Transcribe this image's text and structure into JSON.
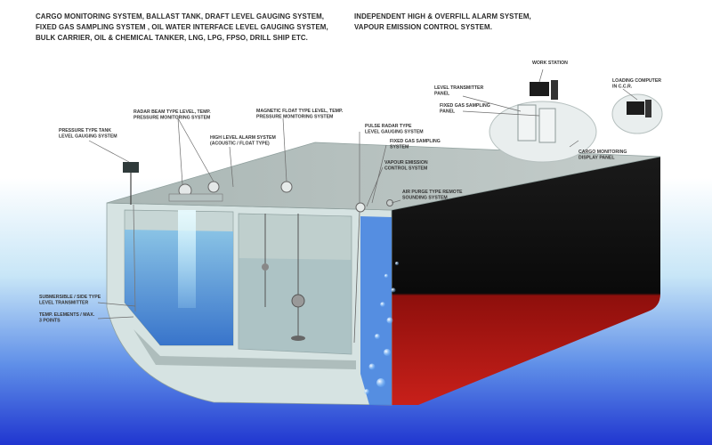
{
  "headlines": {
    "left": [
      "CARGO MONITORING SYSTEM, BALLAST TANK, DRAFT LEVEL GAUGING SYSTEM,",
      "FIXED GAS SAMPLING SYSTEM , OIL WATER INTERFACE LEVEL GAUGING SYSTEM,",
      "BULK CARRIER, OIL & CHEMICAL TANKER, LNG, LPG, FPSO, DRILL SHIP ETC."
    ],
    "right": [
      "INDEPENDENT HIGH & OVERFILL ALARM SYSTEM,",
      "VAPOUR EMISSION CONTROL SYSTEM."
    ]
  },
  "callouts": {
    "pressure": [
      "PRESSURE TYPE TANK",
      "LEVEL GAUGING SYSTEM"
    ],
    "radar_beam": [
      "RADAR BEAM TYPE LEVEL, TEMP.",
      "PRESSURE MONITORING SYSTEM"
    ],
    "magnetic": [
      "MAGNETIC FLOAT TYPE LEVEL, TEMP.",
      "PRESSURE MONITORING SYSTEM"
    ],
    "high_alarm": [
      "HIGH LEVEL ALARM SYSTEM",
      "(ACOUSTIC / FLOAT TYPE)"
    ],
    "pulse_radar": [
      "PULSE RADAR TYPE",
      "LEVEL GAUGING SYSTEM"
    ],
    "fixed_gas": [
      "FIXED GAS SAMPLING",
      "SYSTEM"
    ],
    "vapour": [
      "VAPOUR EMISSION",
      "CONTROL SYSTEM"
    ],
    "air_purge": [
      "AIR PURGE TYPE REMOTE",
      "SOUNDING SYSTEM"
    ],
    "work_station": [
      "WORK STATION"
    ],
    "level_tx_panel": [
      "LEVEL TRANSMITTER",
      "PANEL"
    ],
    "fixed_gas_panel": [
      "FIXED GAS SAMPLING",
      "PANEL"
    ],
    "loading_computer": [
      "LOADING COMPUTER",
      "IN C.C.R."
    ],
    "cargo_display": [
      "CARGO MONITORING",
      "DISPLAY PANEL"
    ],
    "submersible": [
      "SUBMERSIBLE / SIDE TYPE",
      "LEVEL TRANSMITTER"
    ],
    "temp_elements": [
      "TEMP. ELEMENTS / MAX.",
      "3 POINTS"
    ]
  },
  "colors": {
    "water_top": "#9fd4f0",
    "water_deep": "#2a45d8",
    "hull_black": "#0c0c0c",
    "hull_red": "#c21512",
    "deck": "#b9c3c1",
    "tank_wall": "#c9d8d6"
  }
}
